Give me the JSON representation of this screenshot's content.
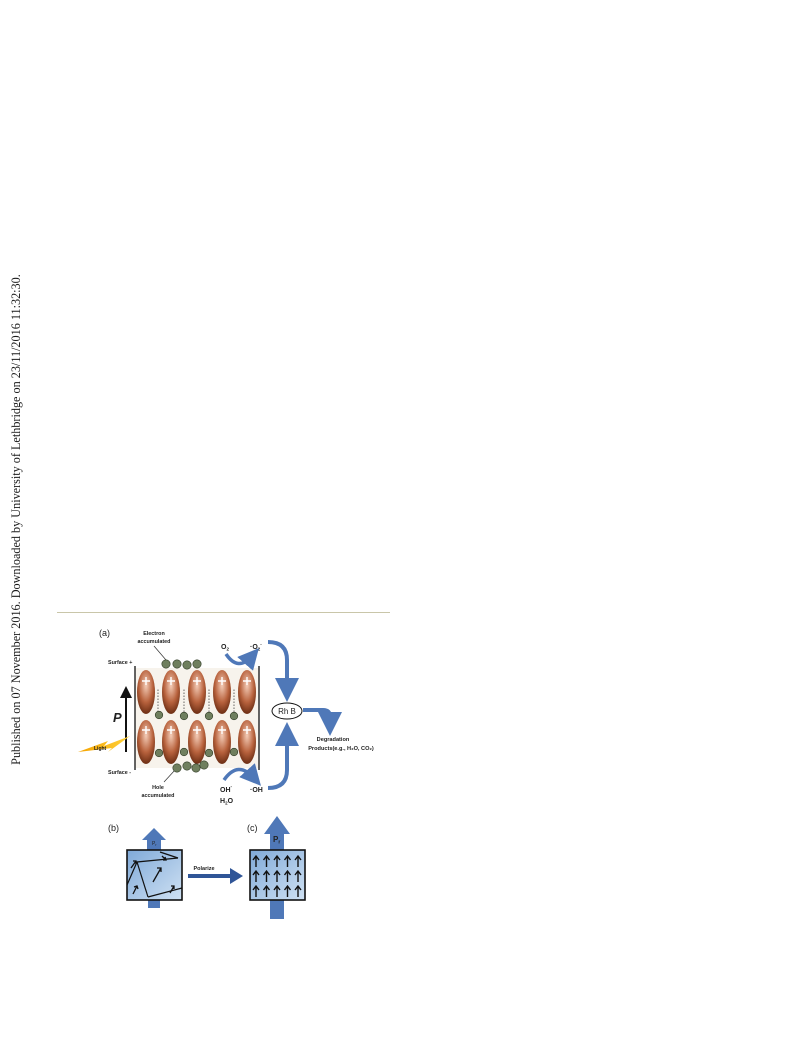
{
  "sidebar_text": "Published on 07 November 2016. Downloaded by University of Lethbridge on 23/11/2016 11:32:30.",
  "figure": {
    "panel_a": {
      "label": "(a)",
      "electron_label": [
        "Electron",
        "accumulated"
      ],
      "hole_label": [
        "Hole",
        "accumulated"
      ],
      "surface_plus": "Surface +",
      "surface_minus": "Surface -",
      "polarization_symbol": "P",
      "light_label": "Light",
      "o2": "O",
      "o2_sub": "2",
      "superoxide": "·O",
      "superoxide_sub": "2",
      "superoxide_sup": "-",
      "hydroxide": "OH",
      "hydroxide_sup": "-",
      "water": "H",
      "water_sub": "2",
      "water_tail": "O",
      "hydroxyl_radical": "·OH",
      "dye": "Rh B",
      "products": [
        "Degradation",
        "Products(e.g., H₂O, CO₂)"
      ]
    },
    "panel_b": {
      "label": "(b)",
      "arrow_label": "P",
      "arrow_sub": "r"
    },
    "panel_c": {
      "label": "(c)",
      "arrow_label": "P",
      "arrow_sub": "r"
    },
    "process_label": "Polarize"
  },
  "colors": {
    "blue_arrow": "#4f78b8",
    "ellipse_dark": "#6e2e12",
    "ellipse_light": "#e8b49a",
    "carrier_green": "#6f7f5e",
    "light_yellow": "#f5a300",
    "domain_blue": "#a8c8e8",
    "rule": "#c9c6a9"
  }
}
